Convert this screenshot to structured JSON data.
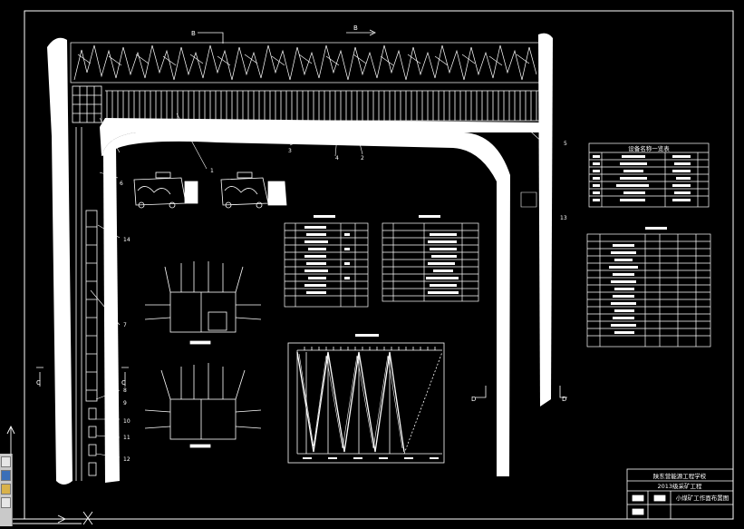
{
  "drawing": {
    "section_labels": {
      "b_left": "B",
      "b_right": "B",
      "c_left": "C",
      "c_right": "C",
      "d_left": "D",
      "d_right": "D"
    },
    "callouts": [
      "1",
      "2",
      "3",
      "4",
      "5",
      "6",
      "7",
      "8",
      "9",
      "10",
      "11",
      "12",
      "13",
      "14"
    ],
    "equipment_table_title": "设备名称一览表"
  },
  "title_block": {
    "school": "陕东营能源工程学校",
    "class": "2013级采矿工程",
    "drawing_name": "小煤矿工作面布置图"
  },
  "colors": {
    "background": "#000000",
    "lines": "#ffffff"
  }
}
